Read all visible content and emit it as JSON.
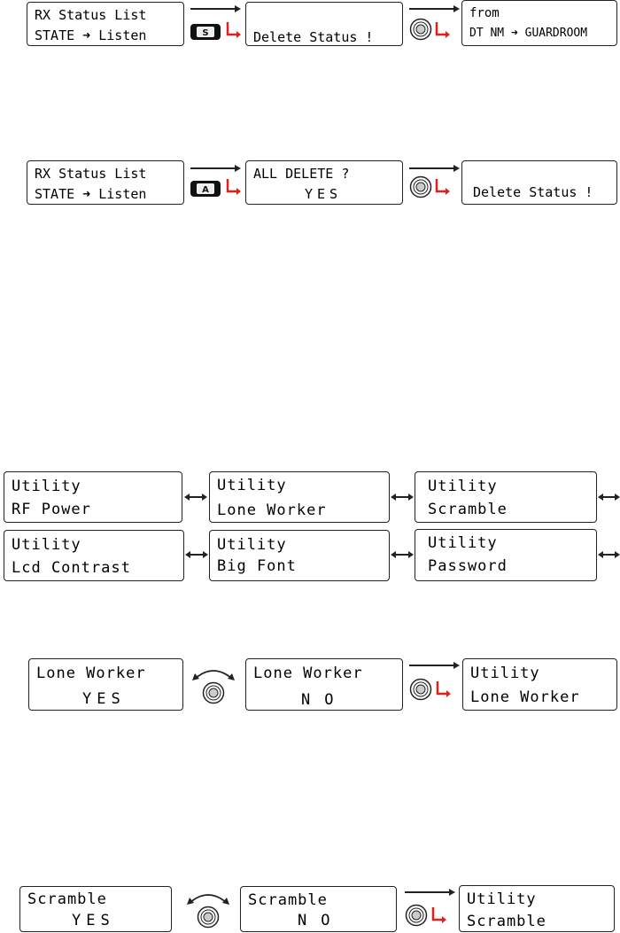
{
  "section1": {
    "screen_a": {
      "line1": "RX Status List",
      "line2": "STATE ➜ Listen"
    },
    "screen_b": {
      "line1": "",
      "line2": "Delete Status !"
    },
    "screen_c": {
      "line1": "from",
      "line2": "DT NM ➜ GUARDROOM"
    },
    "key": "S"
  },
  "section2": {
    "screen_a": {
      "line1": "RX Status List",
      "line2": "STATE ➜ Listen"
    },
    "screen_b": {
      "line1": "ALL DELETE ?",
      "line2": "YES"
    },
    "screen_c": {
      "line1": "",
      "line2": "Delete Status !"
    },
    "key": "A"
  },
  "utility_menu": {
    "row1": [
      {
        "line1": "Utility",
        "line2": "RF Power"
      },
      {
        "line1": "Utility",
        "line2": "Lone Worker"
      },
      {
        "line1": "Utility",
        "line2": "Scramble"
      }
    ],
    "row2": [
      {
        "line1": "Utility",
        "line2": "Lcd Contrast"
      },
      {
        "line1": "Utility",
        "line2": "Big Font"
      },
      {
        "line1": "Utility",
        "line2": "Password"
      }
    ]
  },
  "lone_worker": {
    "screen_a": {
      "line1": "Lone Worker",
      "line2": "YES"
    },
    "screen_b": {
      "line1": "Lone Worker",
      "line2": "NO"
    },
    "screen_c": {
      "line1": "Utility",
      "line2": "Lone Worker"
    }
  },
  "scramble": {
    "screen_a": {
      "line1": "Scramble",
      "line2": "YES"
    },
    "screen_b": {
      "line1": "Scramble",
      "line2": "NO"
    },
    "screen_c": {
      "line1": "Utility",
      "line2": "Scramble"
    }
  },
  "colors": {
    "enter_arrow": "#e0201c",
    "line": "#222222"
  },
  "icons": [
    "side-key-icon",
    "knob-icon",
    "enter-arrow-icon",
    "right-arrow-icon",
    "double-arrow-icon",
    "rotate-arc-icon"
  ]
}
